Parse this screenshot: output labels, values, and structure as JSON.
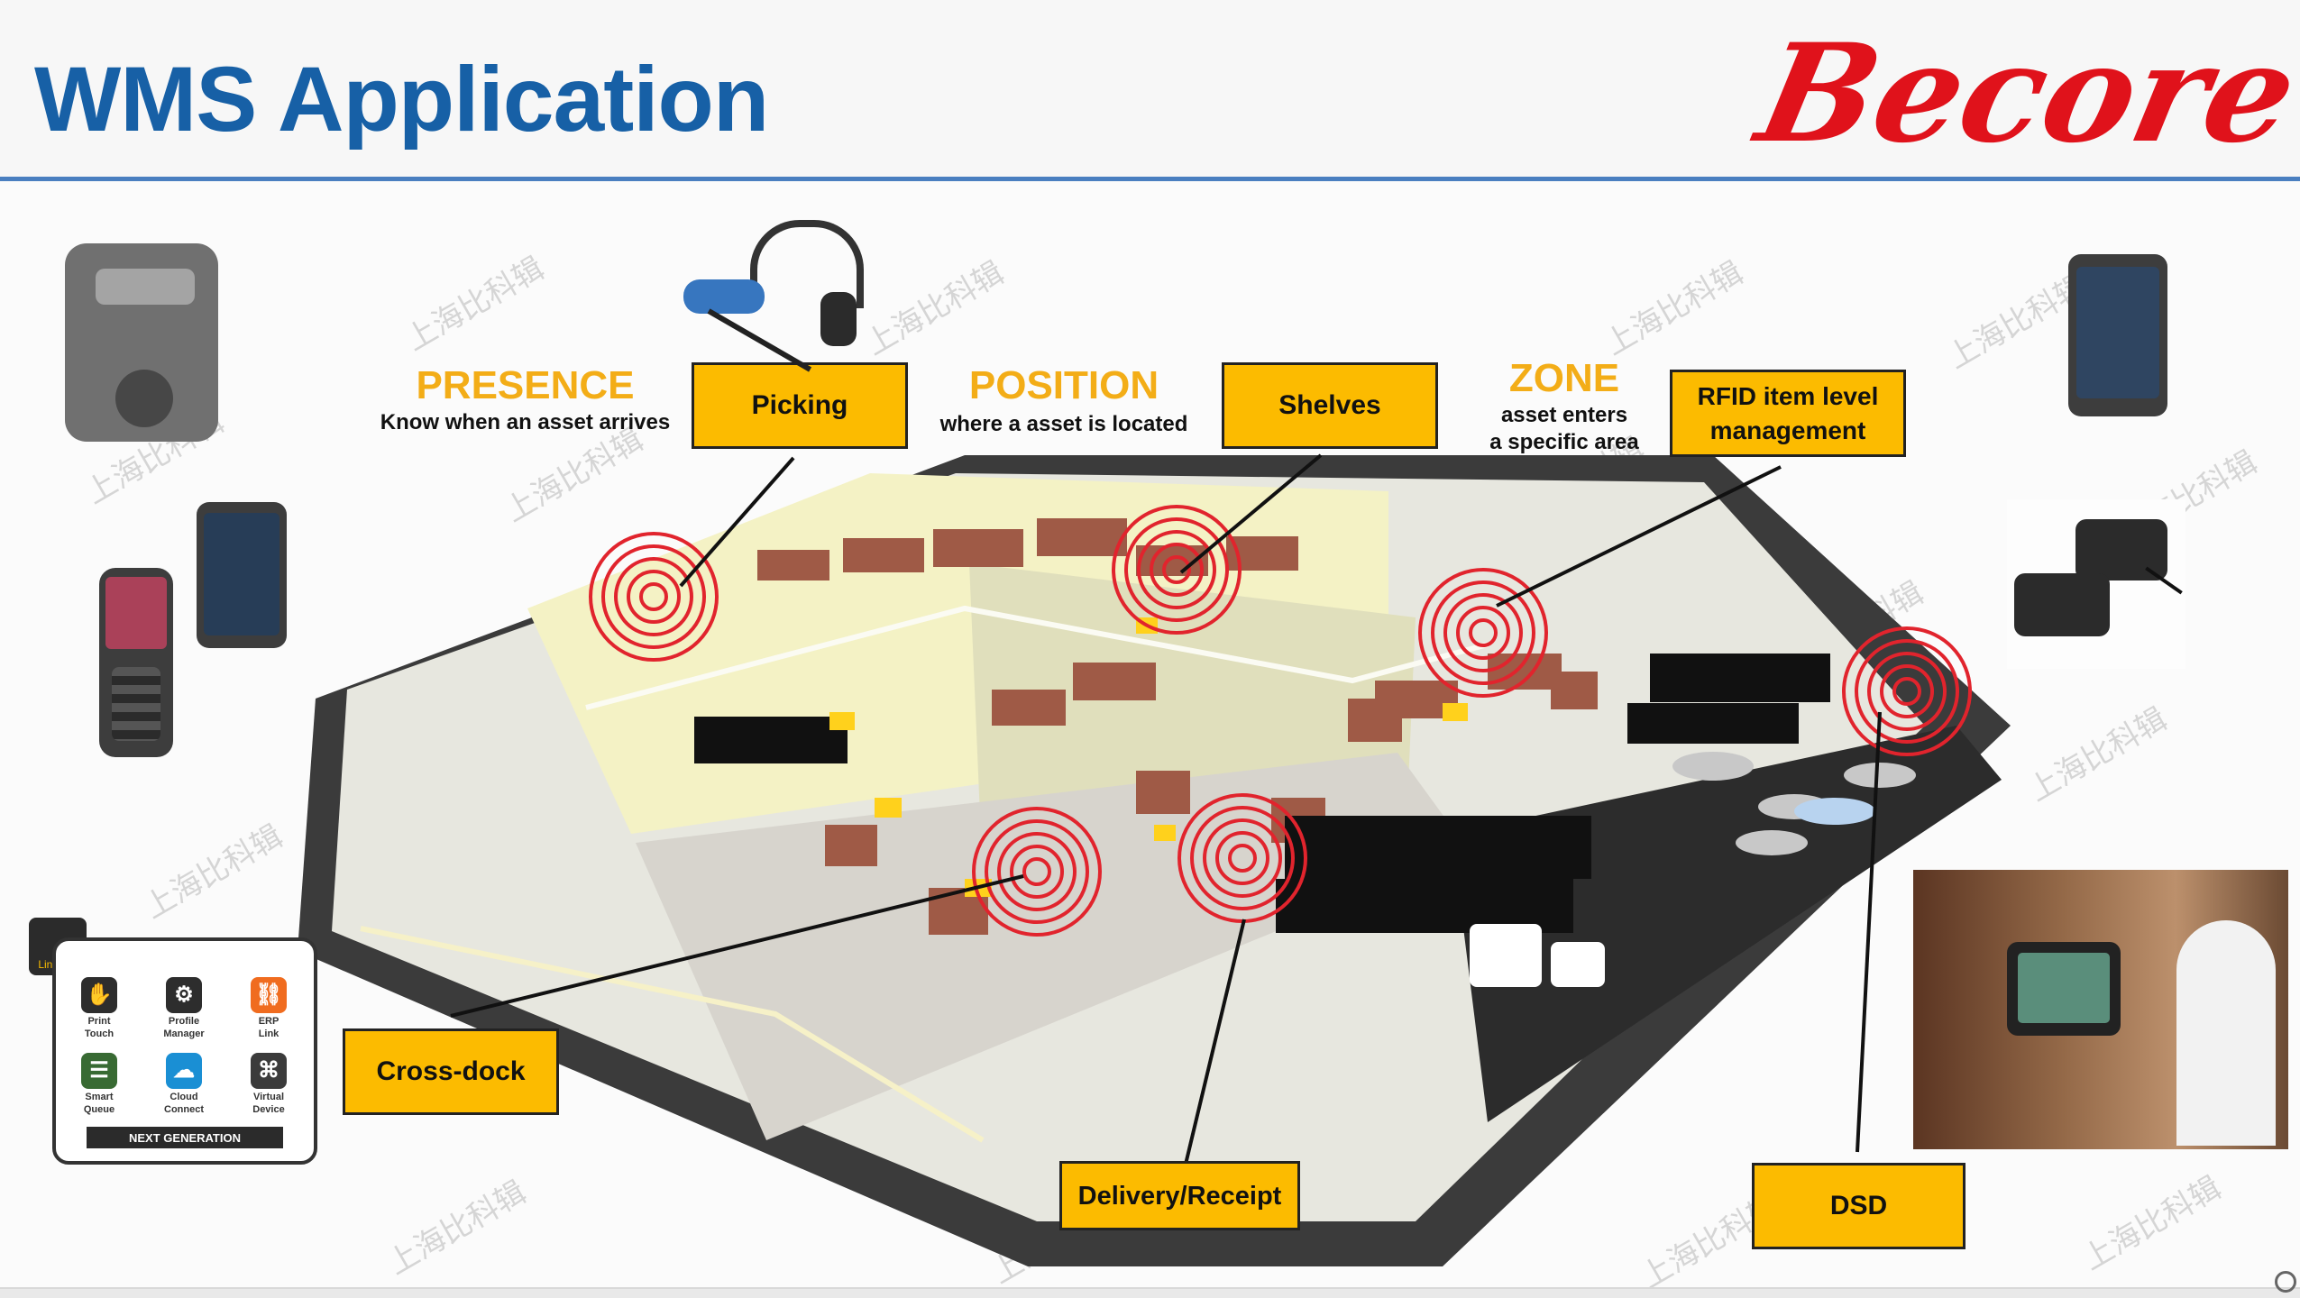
{
  "header": {
    "title": "WMS Application",
    "logo_text": "Becore"
  },
  "diagram": {
    "presence": {
      "heading": "PRESENCE",
      "subtitle": "Know when an asset arrives"
    },
    "position": {
      "heading": "POSITION",
      "subtitle": "where a asset is located"
    },
    "zone": {
      "heading": "ZONE",
      "subtitle_line1": "asset enters",
      "subtitle_line2": "a specific area"
    },
    "callouts": {
      "picking": "Picking",
      "shelves": "Shelves",
      "rfid_line1": "RFID item level",
      "rfid_line2": "management",
      "cross_dock": "Cross-dock",
      "delivery": "Delivery/Receipt",
      "dsd": "DSD"
    },
    "link_os": {
      "badge": "Link-OS",
      "items": [
        {
          "line1": "Print",
          "line2": "Touch",
          "icon": "print-touch-icon"
        },
        {
          "line1": "Profile",
          "line2": "Manager",
          "icon": "profile-manager-icon"
        },
        {
          "line1": "ERP",
          "line2": "Link",
          "icon": "erp-link-icon"
        },
        {
          "line1": "Smart",
          "line2": "Queue",
          "icon": "smart-queue-icon"
        },
        {
          "line1": "Cloud",
          "line2": "Connect",
          "icon": "cloud-connect-icon"
        },
        {
          "line1": "Virtual",
          "line2": "Device",
          "icon": "virtual-device-icon"
        }
      ],
      "footer": "NEXT GENERATION"
    },
    "watermark": "上海比科辑"
  },
  "colors": {
    "title_blue": "#1760a6",
    "logo_red": "#e0121b",
    "callout_yellow": "#fcbb00",
    "heading_gold": "#f3ad17",
    "rfid_red": "#e1242d"
  }
}
